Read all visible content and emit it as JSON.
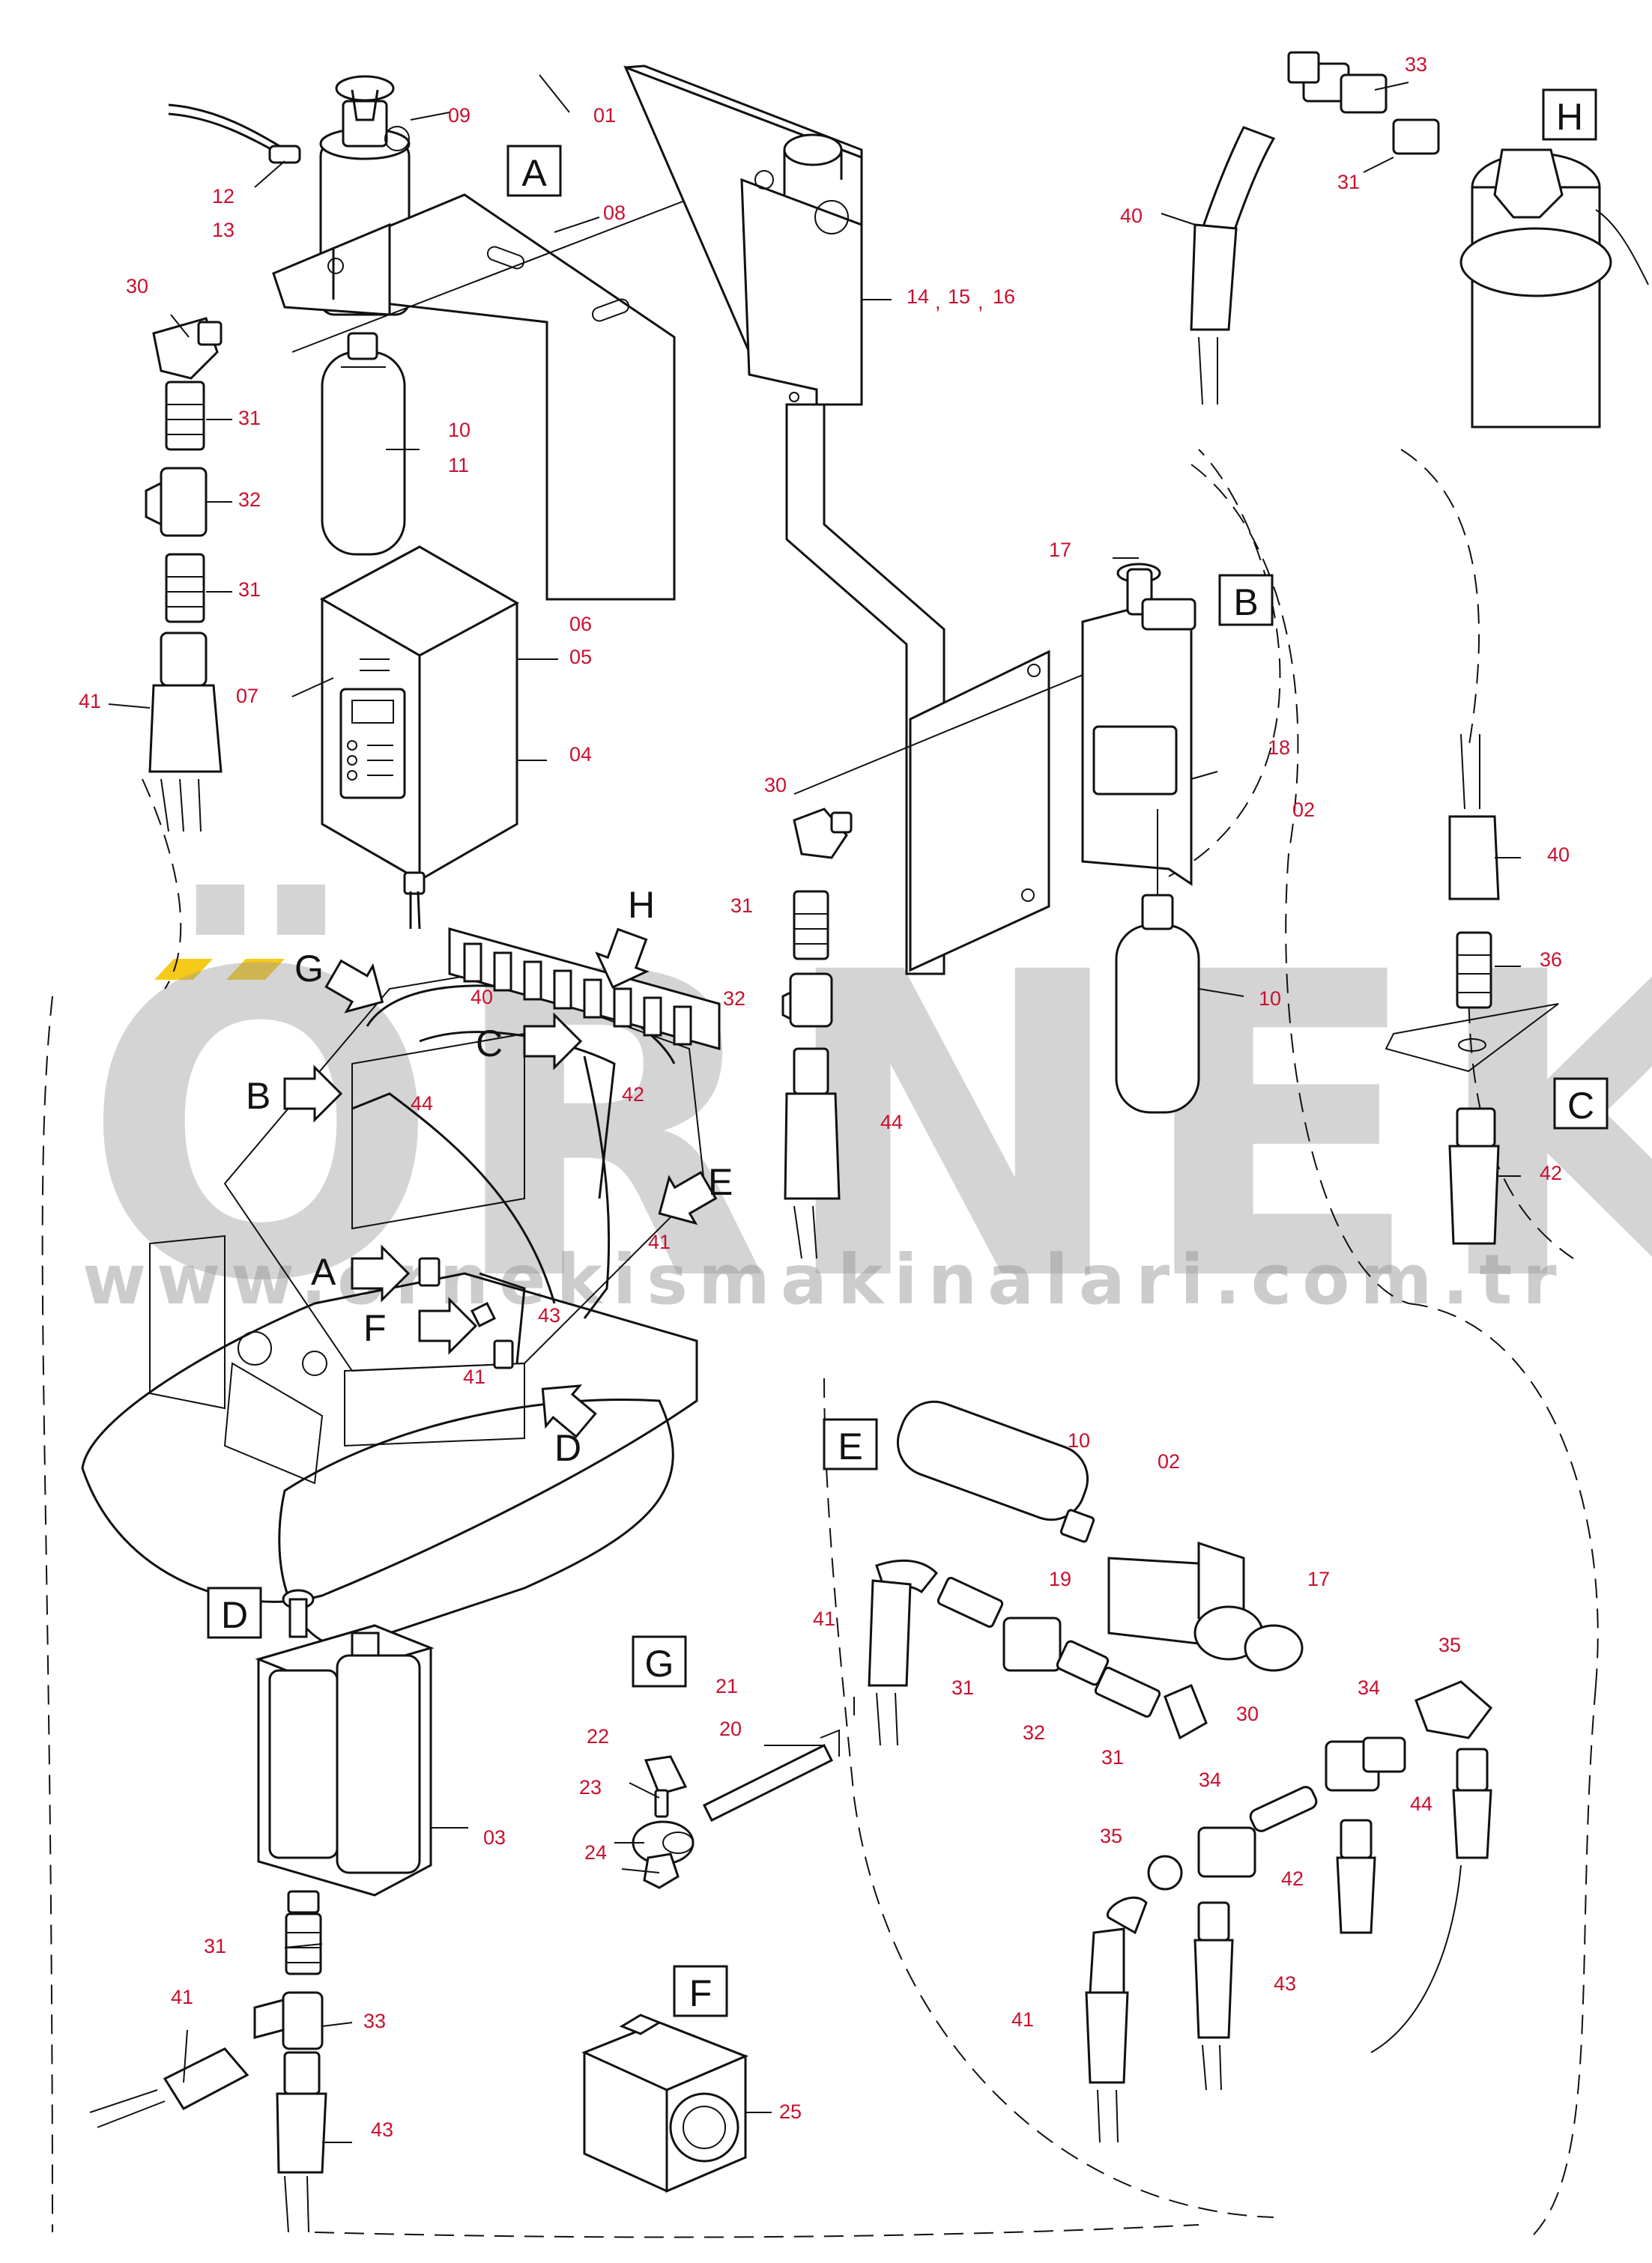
{
  "watermark": {
    "brand": "ÖRNEK",
    "url": "www.ornekismakinalari.com.tr",
    "accent_color": "#f5c400"
  },
  "detail_letters": [
    "A",
    "B",
    "C",
    "D",
    "E",
    "F",
    "G",
    "H"
  ],
  "overview_letters": [
    "G",
    "H",
    "C",
    "B",
    "E",
    "A",
    "F",
    "D"
  ],
  "part_numbers": {
    "top_left": [
      "09",
      "01",
      "12",
      "13",
      "08",
      "30",
      "31",
      "32",
      "31",
      "10",
      "11",
      "06",
      "05",
      "07",
      "04",
      "41"
    ],
    "top_mid": [
      "14",
      ",",
      "15",
      ",",
      "16",
      "17",
      "18",
      "02",
      "30",
      "31",
      "32",
      "44",
      "10"
    ],
    "top_right": [
      "33",
      "31",
      "40"
    ],
    "right_mid": [
      "40",
      "36",
      "42"
    ],
    "overview": [
      "40",
      "44",
      "42",
      "41",
      "43",
      "41"
    ],
    "detail_d": [
      "03",
      "31",
      "41",
      "33",
      "43"
    ],
    "detail_g": [
      "21",
      "20",
      "22",
      "23",
      "24"
    ],
    "detail_f": [
      "25"
    ],
    "detail_e": [
      "10",
      "02",
      "19",
      "17",
      "41",
      "31",
      "32",
      "31",
      "30",
      "35",
      "34",
      "34",
      "35",
      "44",
      "42",
      "41",
      "43"
    ]
  },
  "colors": {
    "part_number": "#c8102e",
    "line": "#111111",
    "watermark": "#9a9a9a"
  }
}
